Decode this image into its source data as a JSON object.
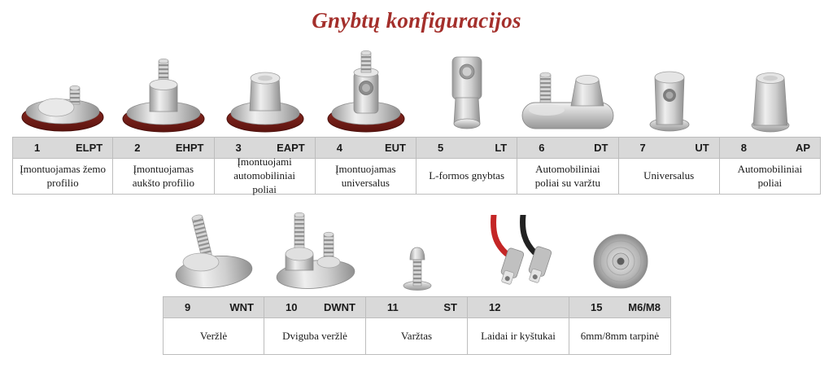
{
  "title": "Gnybtų konfiguracijos",
  "colors": {
    "title": "#a42f2b",
    "header_bg": "#d9d9d9",
    "cell_border": "#bdbdbd",
    "gasket_red": "#6e1a14",
    "metal_light": "#ededed",
    "metal_dark": "#8f8f8f",
    "wire_red": "#c42626",
    "wire_black": "#222222"
  },
  "top": {
    "items": [
      {
        "num": "1",
        "code": "ELPT",
        "desc": "Įmontuojamas žemo profilio",
        "image": "low-profile-embedded-terminal-photo"
      },
      {
        "num": "2",
        "code": "EHPT",
        "desc": "Įmontuojamas aukšto profilio",
        "image": "high-profile-embedded-terminal-photo"
      },
      {
        "num": "3",
        "code": "EAPT",
        "desc": "Įmontuojami automobiliniai poliai",
        "image": "embedded-automotive-post-photo"
      },
      {
        "num": "4",
        "code": "EUT",
        "desc": "Įmontuojamas universalus",
        "image": "embedded-universal-terminal-photo"
      },
      {
        "num": "5",
        "code": "LT",
        "desc": "L-formos gnybtas",
        "image": "l-shaped-terminal-photo"
      },
      {
        "num": "6",
        "code": "DT",
        "desc": "Automobiliniai poliai su varžtu",
        "image": "automotive-post-with-bolt-photo"
      },
      {
        "num": "7",
        "code": "UT",
        "desc": "Universalus",
        "image": "universal-terminal-photo"
      },
      {
        "num": "8",
        "code": "AP",
        "desc": "Automobiliniai poliai",
        "image": "automotive-post-photo"
      }
    ]
  },
  "bottom": {
    "items": [
      {
        "num": "9",
        "code": "WNT",
        "desc": "Veržlė",
        "image": "nut-terminal-photo"
      },
      {
        "num": "10",
        "code": "DWNT",
        "desc": "Dviguba veržlė",
        "image": "double-nut-terminal-photo"
      },
      {
        "num": "11",
        "code": "ST",
        "desc": "Varžtas",
        "image": "screw-photo"
      },
      {
        "num": "12",
        "code": "",
        "desc": "Laidai ir kyštukai",
        "image": "wires-and-plugs-photo"
      },
      {
        "num": "15",
        "code": "M6/M8",
        "desc": "6mm/8mm tarpinė",
        "image": "spacer-washer-photo"
      }
    ]
  }
}
